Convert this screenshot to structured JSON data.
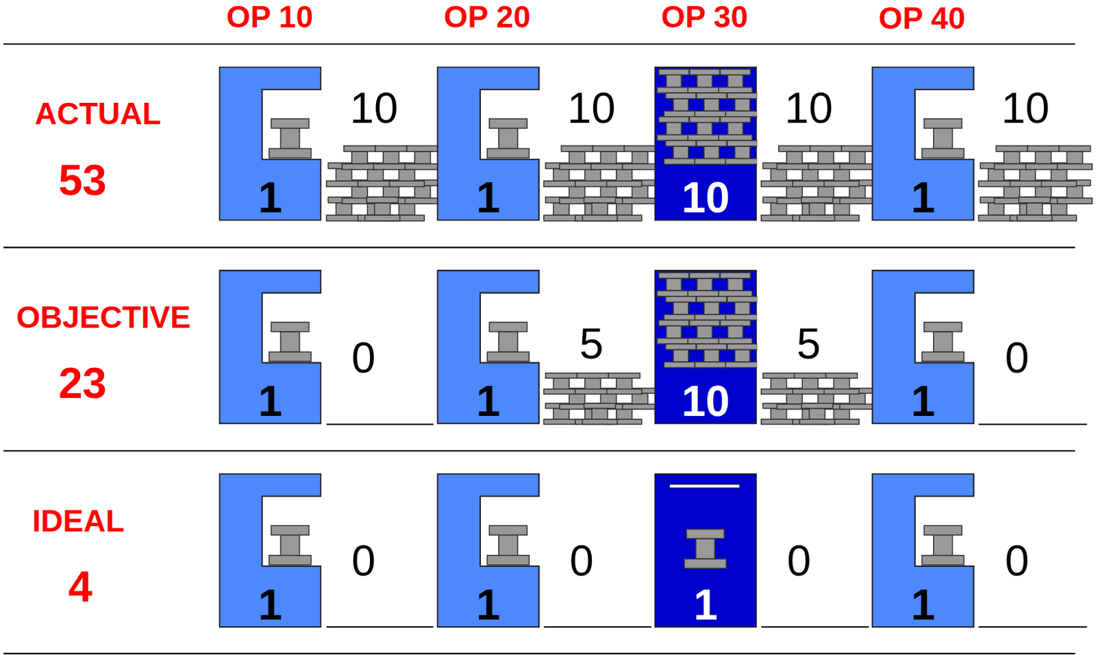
{
  "diagram": {
    "nodes": [
      {
        "text": [
          "1"
        ]
      },
      {
        "text": [
          "1"
        ]
      },
      {
        "text": [
          "10"
        ]
      },
      {
        "text": [
          "1"
        ]
      },
      {
        "text": [
          "1"
        ]
      },
      {
        "text": [
          "1"
        ]
      },
      {
        "text": [
          "10"
        ]
      },
      {
        "text": [
          "1"
        ]
      },
      {
        "text": [
          "1"
        ]
      },
      {
        "text": [
          "1"
        ]
      },
      {
        "text": [
          "1"
        ]
      },
      {
        "text": [
          "1"
        ]
      }
    ],
    "labels": [
      "OP 10",
      "OP 20",
      "OP 30",
      "OP 40",
      "ACTUAL",
      "53",
      "10",
      "10",
      "10",
      "10",
      "OBJECTIVE",
      "23",
      "0",
      "5",
      "5",
      "0",
      "IDEAL",
      "4",
      "0",
      "0",
      "0",
      "0"
    ]
  }
}
